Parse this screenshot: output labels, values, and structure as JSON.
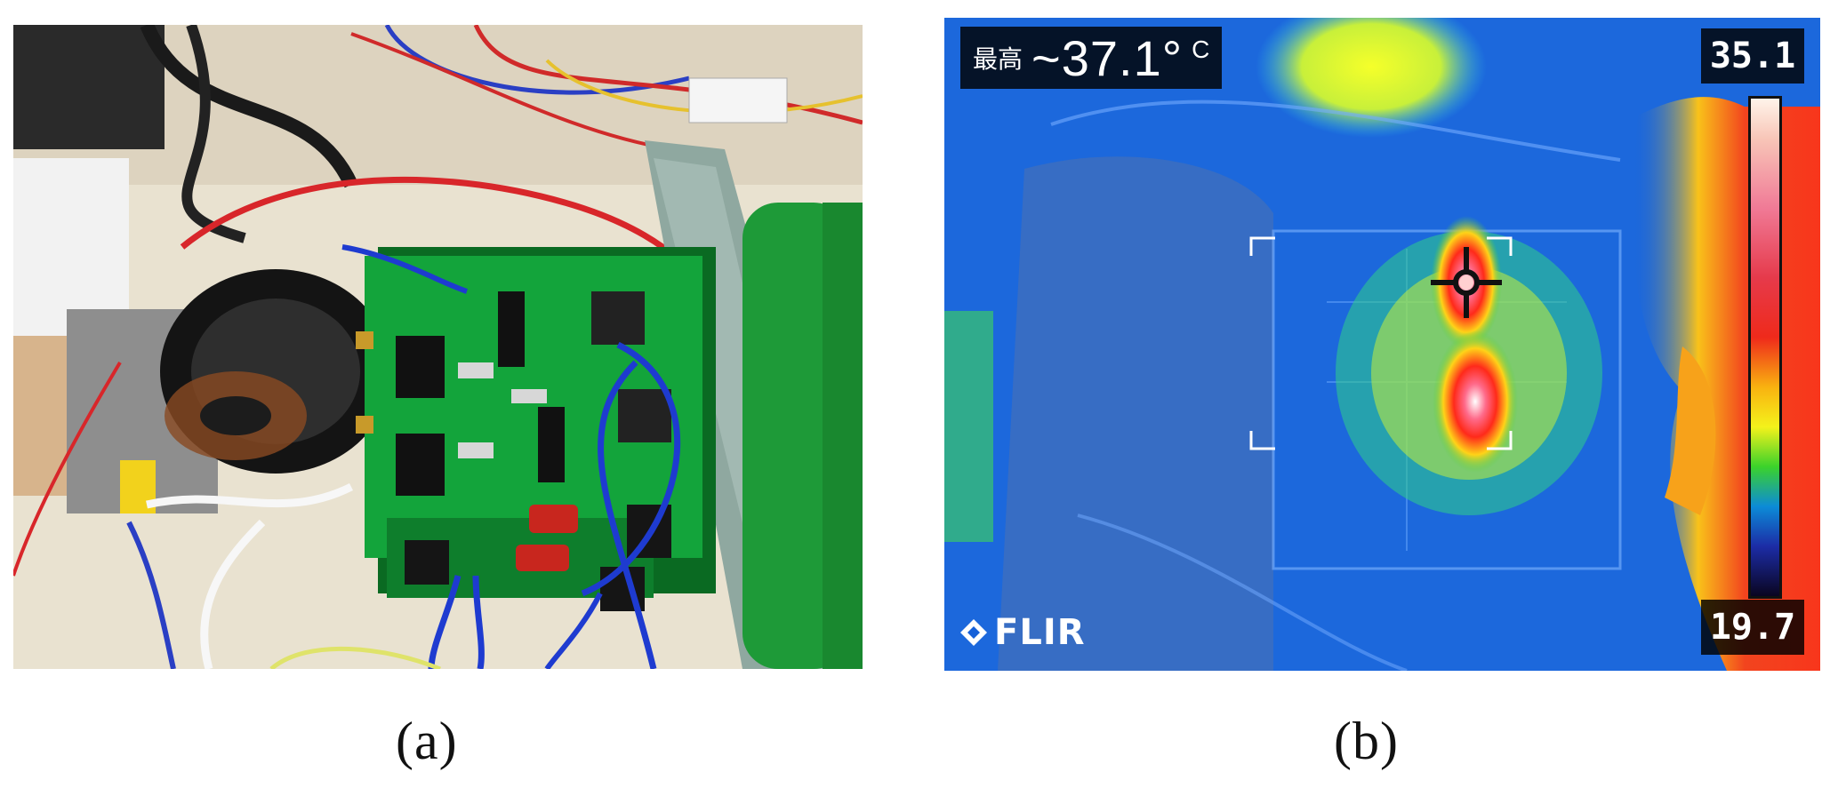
{
  "captions": {
    "a": "(a)",
    "b": "(b)"
  },
  "thermal": {
    "max_label": "最高",
    "max_value": "~37.1°",
    "max_unit": "C",
    "scale_max": "35.1",
    "scale_min": "19.7",
    "brand": "FLIR"
  },
  "icons": {
    "crosshair": "crosshair-icon",
    "flir_diamond": "flir-diamond-icon"
  },
  "colors": {
    "thermal_background": "#1560d8",
    "hotspot": "#ff2a1a",
    "pcb_green": "#12a23a"
  }
}
